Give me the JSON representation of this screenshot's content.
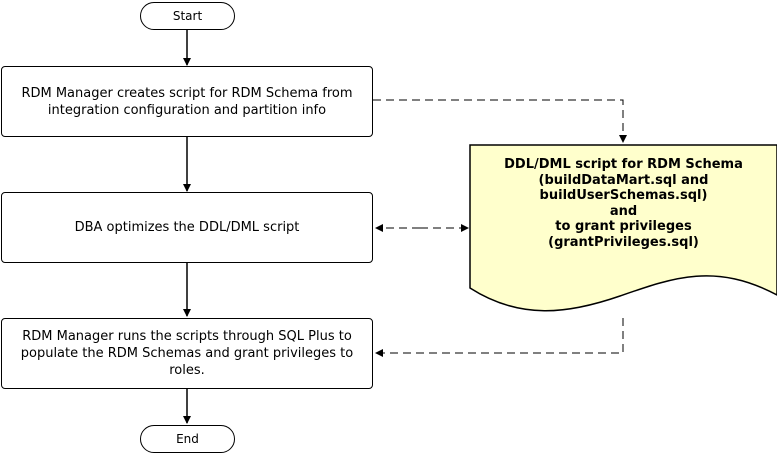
{
  "flow": {
    "start_label": "Start",
    "step1": "RDM Manager creates script for RDM Schema from integration configuration and partition info",
    "step2": "DBA optimizes the DDL/DML script",
    "step3": "RDM Manager runs the scripts through SQL Plus to populate the RDM Schemas and grant privileges to roles.",
    "end_label": "End"
  },
  "document": {
    "lines": [
      "DDL/DML script for RDM Schema",
      "(buildDataMart.sql and",
      "buildUserSchemas.sql)",
      "and",
      "to grant privileges",
      "(grantPrivileges.sql)"
    ]
  },
  "colors": {
    "document_fill": "#ffffcc",
    "line": "#000000"
  }
}
